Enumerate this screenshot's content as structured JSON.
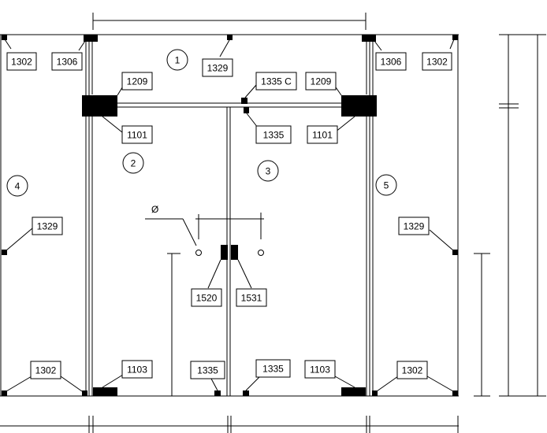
{
  "drawing": {
    "part_labels": [
      {
        "id": "1302-tl",
        "text": "1302"
      },
      {
        "id": "1306-tl",
        "text": "1306"
      },
      {
        "id": "1329-top",
        "text": "1329"
      },
      {
        "id": "1306-tr",
        "text": "1306"
      },
      {
        "id": "1302-tr",
        "text": "1302"
      },
      {
        "id": "1209-l",
        "text": "1209"
      },
      {
        "id": "1335c",
        "text": "1335 C"
      },
      {
        "id": "1209-r",
        "text": "1209"
      },
      {
        "id": "1101-l",
        "text": "1101"
      },
      {
        "id": "1335-mid",
        "text": "1335"
      },
      {
        "id": "1101-r",
        "text": "1101"
      },
      {
        "id": "1329-l",
        "text": "1329"
      },
      {
        "id": "1329-r",
        "text": "1329"
      },
      {
        "id": "1520",
        "text": "1520"
      },
      {
        "id": "1531",
        "text": "1531"
      },
      {
        "id": "1302-bl",
        "text": "1302"
      },
      {
        "id": "1103-l",
        "text": "1103"
      },
      {
        "id": "1335-bl",
        "text": "1335"
      },
      {
        "id": "1335-br",
        "text": "1335"
      },
      {
        "id": "1103-r",
        "text": "1103"
      },
      {
        "id": "1302-br",
        "text": "1302"
      }
    ],
    "panel_numbers": [
      {
        "id": "panel-1",
        "text": "1"
      },
      {
        "id": "panel-2",
        "text": "2"
      },
      {
        "id": "panel-3",
        "text": "3"
      },
      {
        "id": "panel-4",
        "text": "4"
      },
      {
        "id": "panel-5",
        "text": "5"
      }
    ],
    "diameter_symbol": "Ø"
  }
}
